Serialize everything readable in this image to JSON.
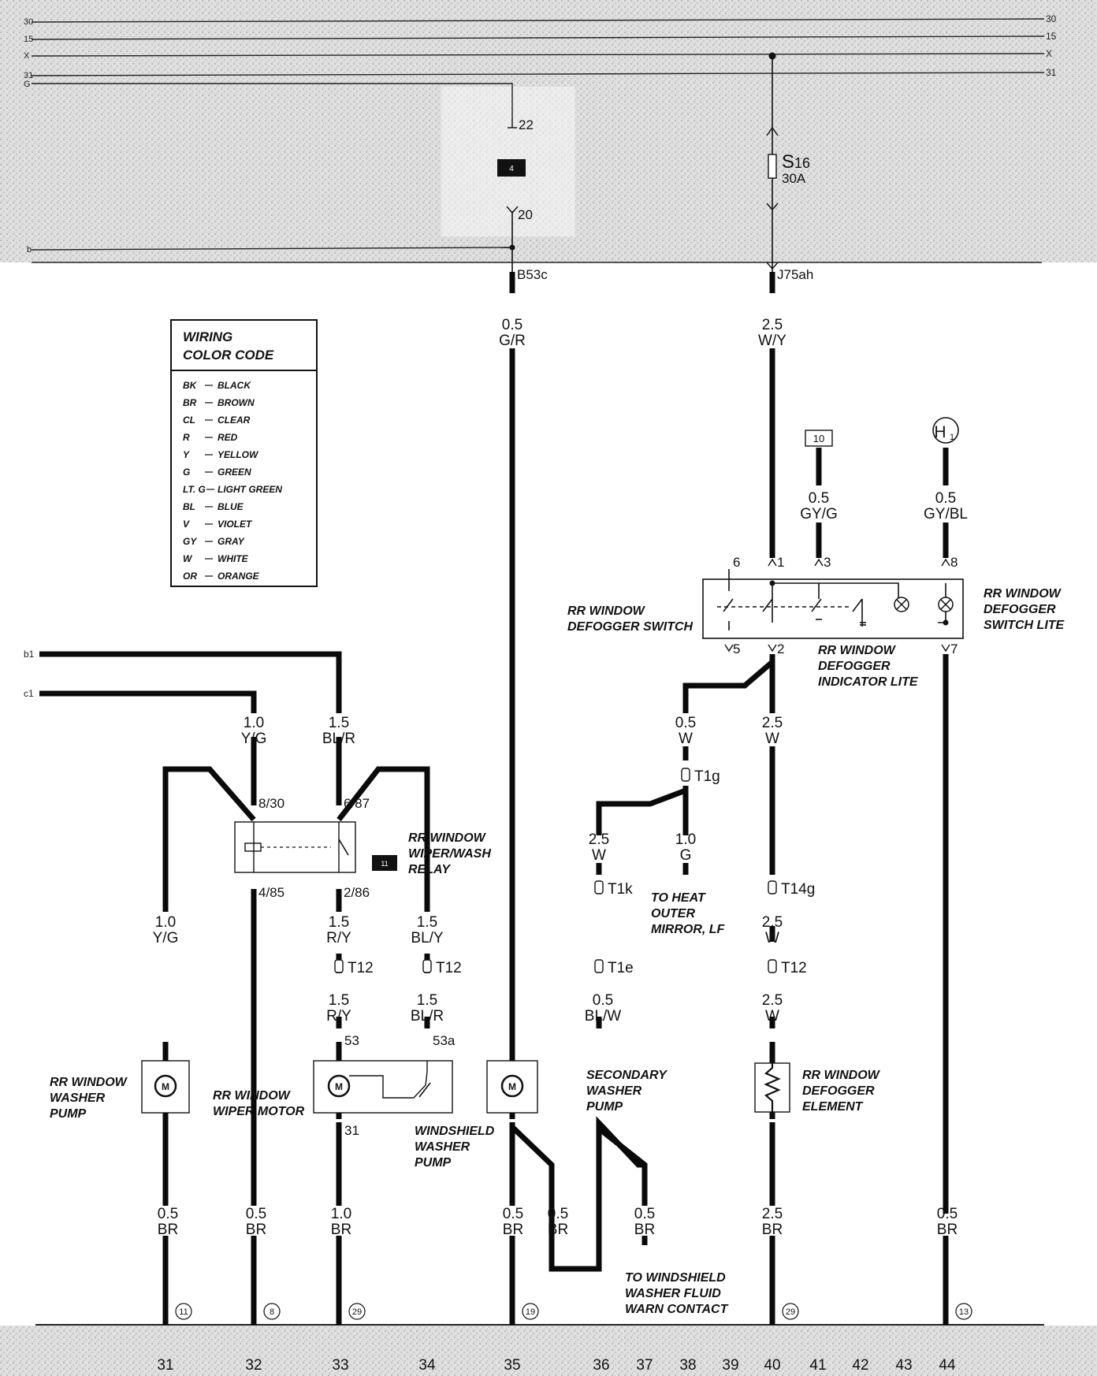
{
  "bus": {
    "left_labels": [
      "30",
      "15",
      "X",
      "31",
      "G"
    ],
    "right_labels": [
      "30",
      "15",
      "X",
      "31"
    ],
    "b_label": "b"
  },
  "top": {
    "ground_22": "22",
    "relay_box": "4",
    "conn_20": "20",
    "fuse_name": "S",
    "fuse_num": "16",
    "fuse_rating": "30A",
    "conn_b53c": "B53c",
    "conn_j75ah": "J75ah"
  },
  "legend": {
    "title_line1": "WIRING",
    "title_line2": "COLOR CODE",
    "rows": [
      {
        "code": "BK",
        "name": "BLACK"
      },
      {
        "code": "BR",
        "name": "BROWN"
      },
      {
        "code": "CL",
        "name": "CLEAR"
      },
      {
        "code": "R",
        "name": "RED"
      },
      {
        "code": "Y",
        "name": "YELLOW"
      },
      {
        "code": "G",
        "name": "GREEN"
      },
      {
        "code": "LT. G",
        "name": "LIGHT GREEN"
      },
      {
        "code": "BL",
        "name": "BLUE"
      },
      {
        "code": "V",
        "name": "VIOLET"
      },
      {
        "code": "GY",
        "name": "GRAY"
      },
      {
        "code": "W",
        "name": "WHITE"
      },
      {
        "code": "OR",
        "name": "ORANGE"
      }
    ]
  },
  "wires": {
    "w35_top": {
      "size": "0.5",
      "color": "G/R"
    },
    "w40_top": {
      "size": "2.5",
      "color": "W/Y"
    },
    "w41": {
      "size": "0.5",
      "color": "GY/G"
    },
    "w44_top": {
      "size": "0.5",
      "color": "GY/BL"
    },
    "w38_mid": {
      "size": "0.5",
      "color": "W"
    },
    "w40_mid": {
      "size": "2.5",
      "color": "W"
    },
    "w32_top": {
      "size": "1.0",
      "color": "Y/G"
    },
    "w33_top": {
      "size": "1.5",
      "color": "BL/R"
    },
    "w36_1k": {
      "size": "2.5",
      "color": "W"
    },
    "w38_g": {
      "size": "1.0",
      "color": "G"
    },
    "w31_mid": {
      "size": "1.0",
      "color": "Y/G"
    },
    "w33_mid": {
      "size": "1.5",
      "color": "R/Y"
    },
    "w34_mid": {
      "size": "1.5",
      "color": "BL/Y"
    },
    "w40_14g": {
      "size": "2.5",
      "color": "W"
    },
    "w33_low": {
      "size": "1.5",
      "color": "R/Y"
    },
    "w34_low": {
      "size": "1.5",
      "color": "BL/R"
    },
    "w37_low": {
      "size": "0.5",
      "color": "BL/W"
    },
    "w40_low": {
      "size": "2.5",
      "color": "W"
    },
    "g31": {
      "size": "0.5",
      "color": "BR"
    },
    "g32": {
      "size": "0.5",
      "color": "BR"
    },
    "g33": {
      "size": "1.0",
      "color": "BR"
    },
    "g35a": {
      "size": "0.5",
      "color": "BR"
    },
    "g35b": {
      "size": "0.5",
      "color": "BR"
    },
    "g37": {
      "size": "0.5",
      "color": "BR"
    },
    "g40": {
      "size": "2.5",
      "color": "BR"
    },
    "g44": {
      "size": "0.5",
      "color": "BR"
    }
  },
  "connectors": {
    "box10": "10",
    "h1": "H",
    "h1_sub": "1",
    "t1g": "T1g",
    "t1k": "T1k",
    "t14g": "T14g",
    "t12_a": "T12",
    "t12_b": "T12",
    "t12_c": "T12",
    "t1e": "T1e",
    "b1": "b1",
    "c1": "c1"
  },
  "switch": {
    "pins": [
      "6",
      "1",
      "3",
      "8",
      "5",
      "2",
      "7"
    ],
    "name_l1": "RR WINDOW",
    "name_l2": "DEFOGGER SWITCH",
    "lite_l1": "RR WINDOW",
    "lite_l2": "DEFOGGER",
    "lite_l3": "SWITCH LITE",
    "ind_l1": "RR WINDOW",
    "ind_l2": "DEFOGGER",
    "ind_l3": "INDICATOR LITE"
  },
  "relay": {
    "pins": [
      "8/30",
      "6/87",
      "4/85",
      "2/86"
    ],
    "name_l1": "RR WINDOW",
    "name_l2": "WIPER/WASH",
    "name_l3": "RELAY",
    "box": "11"
  },
  "components": {
    "washer_pump": [
      "RR WINDOW",
      "WASHER",
      "PUMP"
    ],
    "wiper_motor": [
      "RR WINDOW",
      "WIPER MOTOR"
    ],
    "wiper_pins": [
      "53",
      "53a",
      "31"
    ],
    "windshield_pump": [
      "WINDSHIELD",
      "WASHER",
      "PUMP"
    ],
    "secondary_pump": [
      "SECONDARY",
      "WASHER",
      "PUMP"
    ],
    "defogger_element": [
      "RR WINDOW",
      "DEFOGGER",
      "ELEMENT"
    ],
    "to_heat": [
      "TO HEAT",
      "OUTER",
      "MIRROR, LF"
    ],
    "to_windshield": [
      "TO WINDSHIELD",
      "WASHER FLUID",
      "WARN CONTACT"
    ]
  },
  "grounds": [
    "11",
    "8",
    "29",
    "19",
    "29",
    "13"
  ],
  "columns": [
    "31",
    "32",
    "33",
    "34",
    "35",
    "36",
    "37",
    "38",
    "39",
    "40",
    "41",
    "42",
    "43",
    "44"
  ]
}
